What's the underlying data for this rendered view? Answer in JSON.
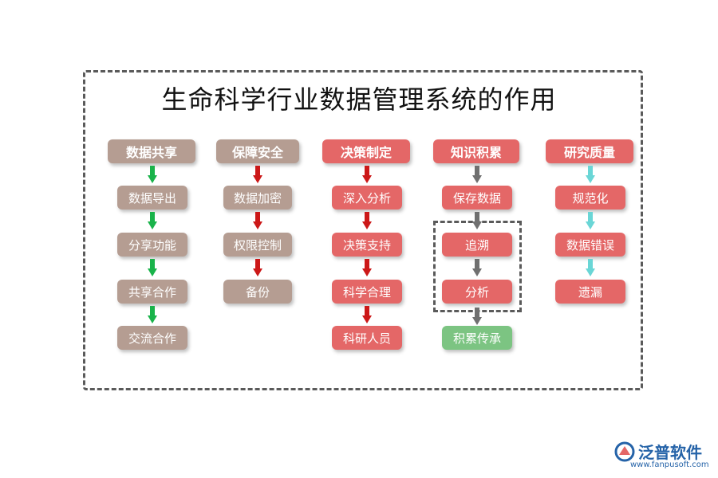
{
  "title": "生命科学行业数据管理系统的作用",
  "colors": {
    "col1": "#b59d92",
    "col2": "#b59d92",
    "col3": "#e46767",
    "col4": "#e46767",
    "col5": "#e46767",
    "green_box": "#7cc482",
    "arrow_green": "#19b34a",
    "arrow_red": "#cc1818",
    "arrow_gray": "#707070",
    "arrow_cyan": "#6ad6d6"
  },
  "columns": [
    {
      "header": "数据共享",
      "items": [
        "数据导出",
        "分享功能",
        "共享合作",
        "交流合作"
      ]
    },
    {
      "header": "保障安全",
      "items": [
        "数据加密",
        "权限控制",
        "备份"
      ]
    },
    {
      "header": "决策制定",
      "items": [
        "深入分析",
        "决策支持",
        "科学合理",
        "科研人员"
      ]
    },
    {
      "header": "知识积累",
      "items": [
        "保存数据",
        "追溯",
        "分析",
        "积累传承"
      ]
    },
    {
      "header": "研究质量",
      "items": [
        "规范化",
        "数据错误",
        "遗漏"
      ]
    }
  ],
  "brand": {
    "name": "泛普软件",
    "url": "www.fanpusoft.com"
  }
}
